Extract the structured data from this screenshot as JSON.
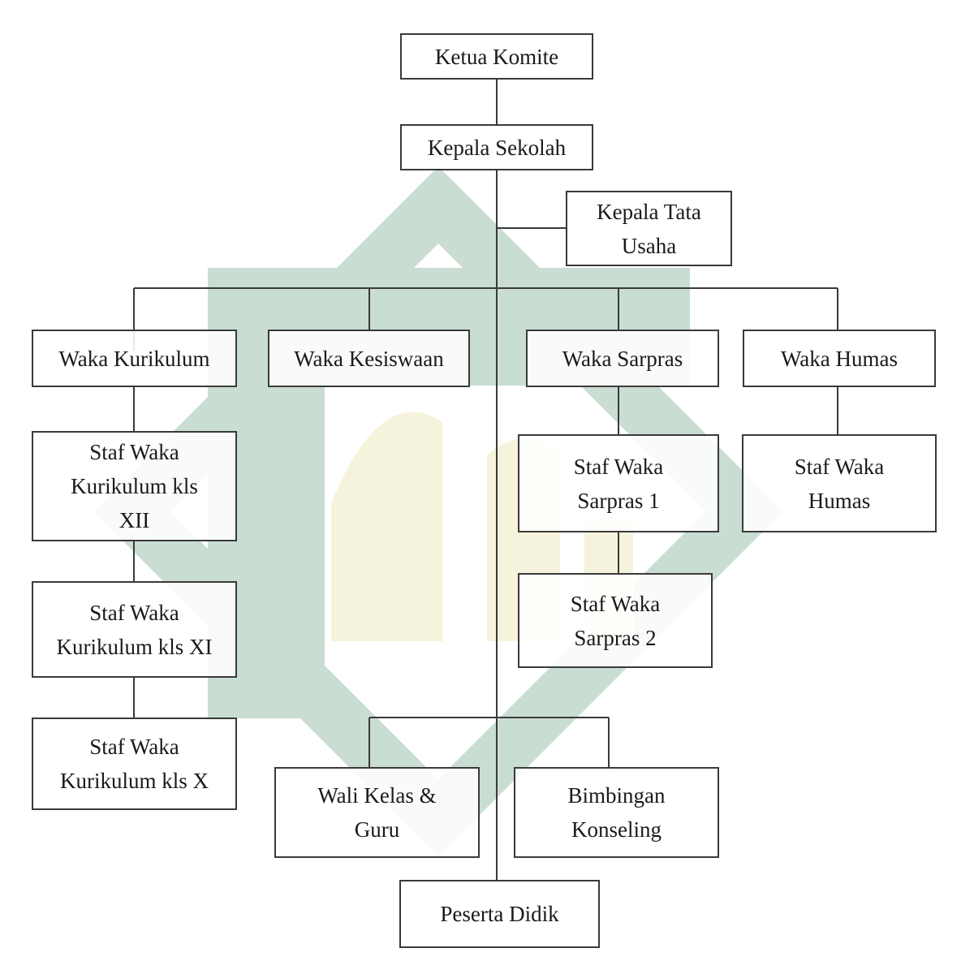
{
  "org_chart": {
    "nodes": {
      "ketua_komite": "Ketua Komite",
      "kepala_sekolah": "Kepala Sekolah",
      "kepala_tata_usaha": "Kepala Tata\nUsaha",
      "waka_kurikulum": "Waka Kurikulum",
      "waka_kesiswaan": "Waka Kesiswaan",
      "waka_sarpras": "Waka Sarpras",
      "waka_humas": "Waka Humas",
      "staf_kurikulum_xii": "Staf Waka\nKurikulum kls\nXII",
      "staf_kurikulum_xi": "Staf Waka\nKurikulum kls XI",
      "staf_kurikulum_x": "Staf Waka\nKurikulum kls X",
      "staf_sarpras_1": "Staf Waka\nSarpras 1",
      "staf_sarpras_2": "Staf Waka\nSarpras 2",
      "staf_humas": "Staf Waka\nHumas",
      "wali_kelas_guru": "Wali Kelas &\nGuru",
      "bimbingan_konseling": "Bimbingan\nKonseling",
      "peserta_didik": "Peserta Didik"
    }
  },
  "colors": {
    "watermark_green": "#c9ddd3",
    "watermark_yellow": "#f6f3dc",
    "line": "#3a3a3a"
  }
}
